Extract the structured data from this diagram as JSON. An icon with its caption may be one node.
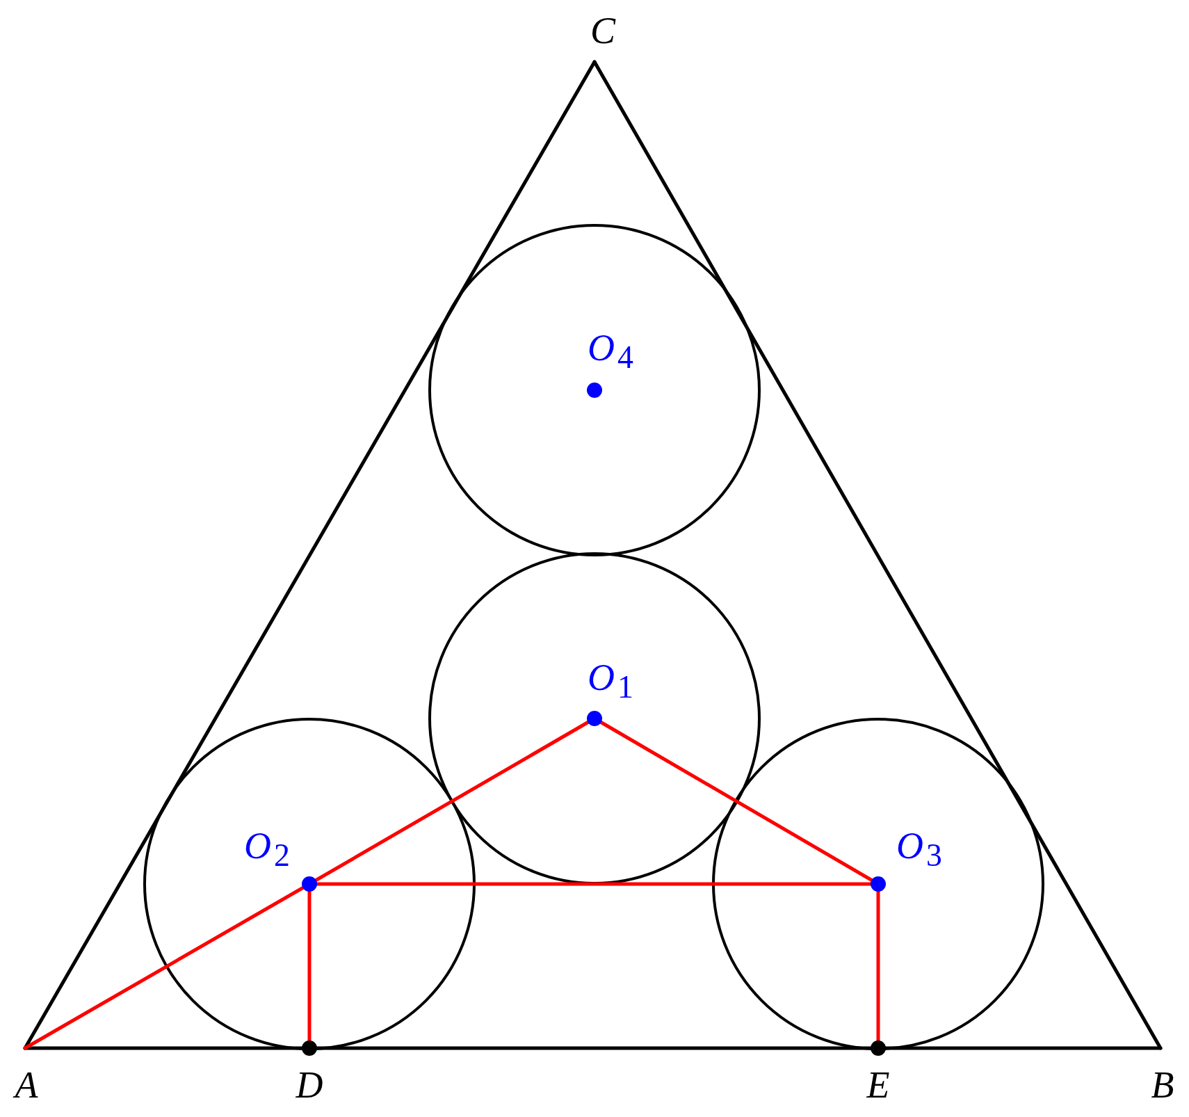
{
  "diagram": {
    "nodes": [
      {
        "text": [
          "C"
        ]
      },
      {
        "text": [],
        "shape": "circle"
      },
      {
        "text": [
          "O$_{4}$"
        ],
        "in": 1
      },
      {
        "text": [],
        "shape": "circle"
      },
      {
        "text": [
          "O$_{1}$"
        ],
        "in": 3
      },
      {
        "text": [],
        "shape": "circle"
      },
      {
        "text": [
          "O$_{2}$"
        ],
        "in": 5
      },
      {
        "text": [],
        "shape": "circle"
      },
      {
        "text": [
          "O$_{3}$"
        ],
        "in": 7
      },
      {
        "text": [
          "A"
        ]
      },
      {
        "text": [
          "D"
        ]
      },
      {
        "text": [
          "E"
        ]
      },
      {
        "text": [
          "B"
        ]
      }
    ],
    "edges": [
      {
        "from": 9,
        "to": 12,
        "arrow": "none",
        "color": "#000000"
      },
      {
        "from": 12,
        "to": 0,
        "arrow": "none",
        "color": "#000000"
      },
      {
        "from": 0,
        "to": 9,
        "arrow": "none",
        "color": "#000000"
      },
      {
        "from": 9,
        "to": 6,
        "arrow": "none"
      },
      {
        "from": 6,
        "to": 4,
        "arrow": "none"
      },
      {
        "from": 4,
        "to": 8,
        "arrow": "none"
      },
      {
        "from": 6,
        "to": 8,
        "arrow": "none"
      },
      {
        "from": 6,
        "to": 10,
        "arrow": "none"
      },
      {
        "from": 8,
        "to": 11,
        "arrow": "none"
      }
    ]
  }
}
